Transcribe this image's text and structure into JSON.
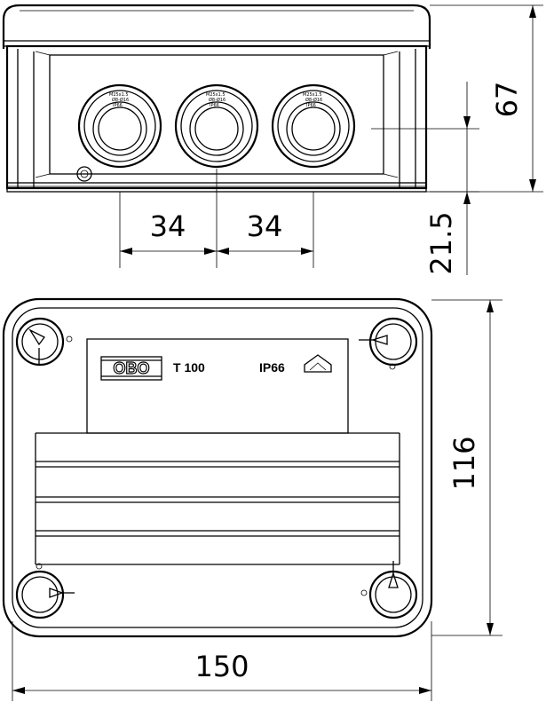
{
  "dimensions": {
    "height": "67",
    "offset": "21.5",
    "spacing_left": "34",
    "spacing_right": "34",
    "width": "150",
    "depth": "116"
  },
  "label": {
    "brand": "OBO",
    "model": "T 100",
    "protection": "IP66"
  },
  "icons": {
    "logo": "obo-logo",
    "certification": "house-mark-icon"
  }
}
